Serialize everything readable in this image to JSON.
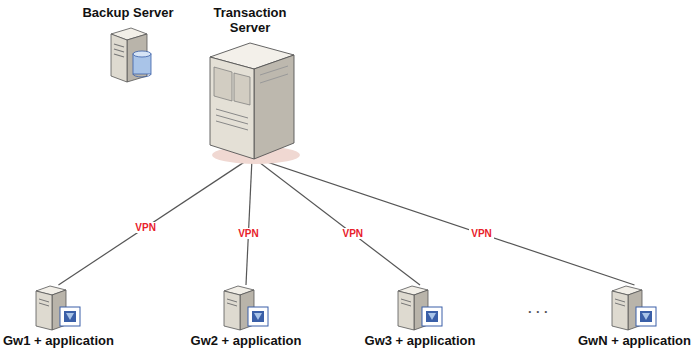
{
  "diagram": {
    "nodes": [
      {
        "text": [
          "Backup Server"
        ]
      },
      {
        "text": [
          "Transaction Server"
        ]
      },
      {
        "text": [
          "Gw1 + application"
        ]
      },
      {
        "text": [
          "Gw2 + application"
        ]
      },
      {
        "text": [
          "Gw3 + application"
        ]
      },
      {
        "text": [
          "GwN + application"
        ]
      }
    ],
    "edges": [
      {
        "from": 1,
        "to": 2,
        "arrow": "none",
        "label": "VPN"
      },
      {
        "from": 1,
        "to": 3,
        "arrow": "none",
        "label": "VPN"
      },
      {
        "from": 1,
        "to": 4,
        "arrow": "none",
        "label": "VPN"
      },
      {
        "from": 1,
        "to": 5,
        "arrow": "none",
        "label": "VPN"
      }
    ],
    "labels": [
      "· · ·"
    ]
  }
}
